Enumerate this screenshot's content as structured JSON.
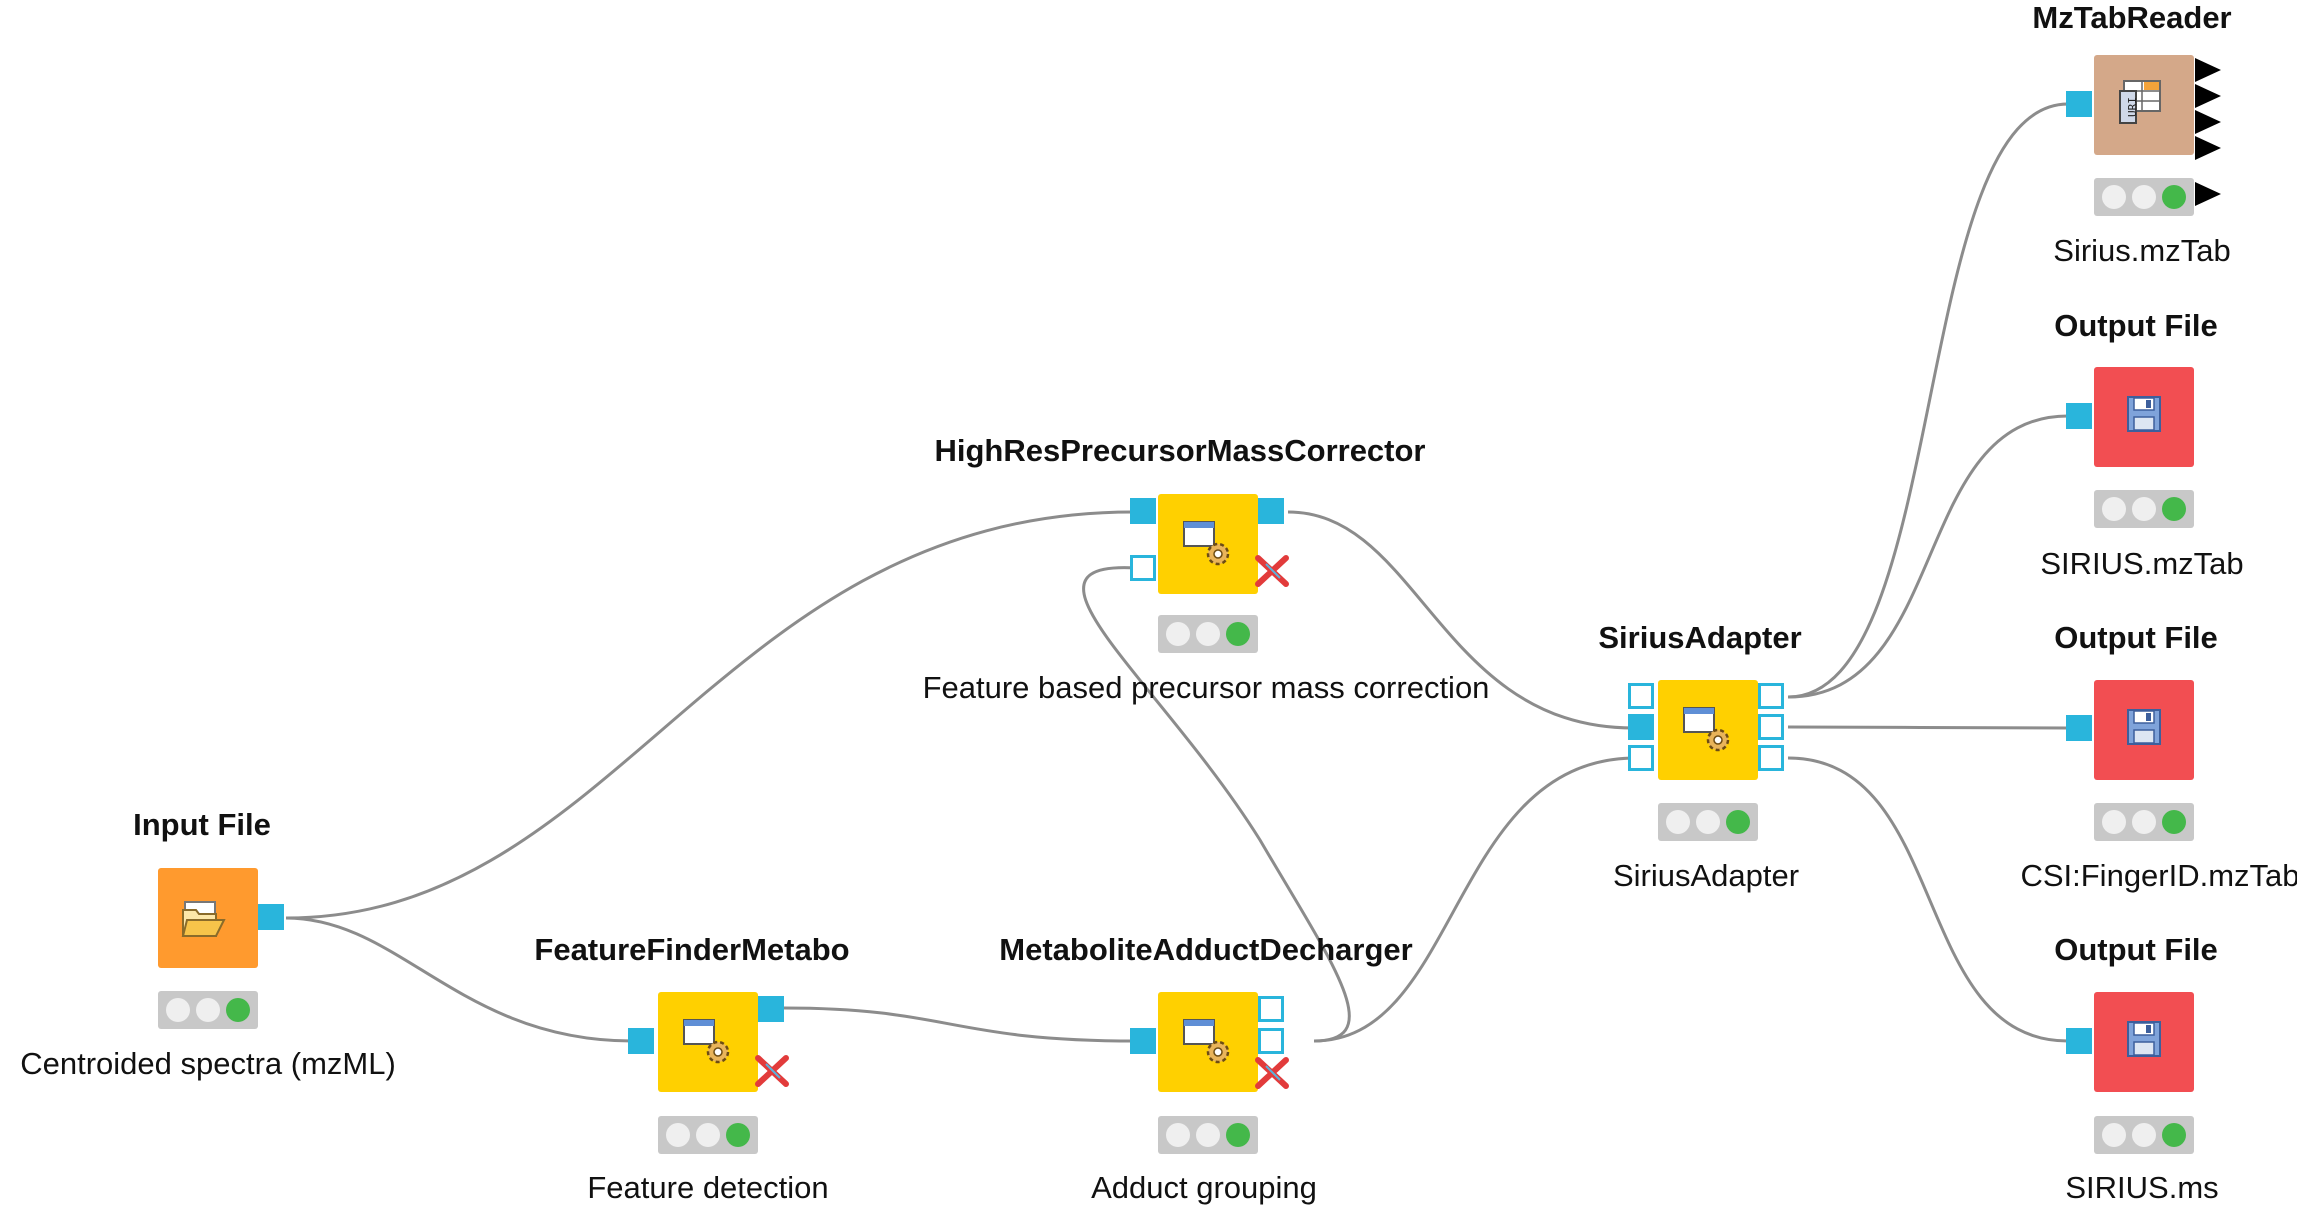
{
  "colors": {
    "port": "#29b5dc",
    "edge": "#8c8c8c",
    "tool_node": "#ffd000",
    "input_node": "#ff9a2e",
    "output_node": "#f24e52",
    "reader_node": "#d4a889",
    "status_green": "#44b84a"
  },
  "nodes": {
    "input_file": {
      "title": "Input File",
      "label": "Centroided spectra (mzML)",
      "icon": "folder-open-icon"
    },
    "feature_finder": {
      "title": "FeatureFinderMetabo",
      "label": "Feature detection",
      "icon": "gear-window-icon"
    },
    "hr_corrector": {
      "title": "HighResPrecursorMassCorrector",
      "label": "Feature based precursor mass correction",
      "icon": "gear-window-icon"
    },
    "adduct_decharger": {
      "title": "MetaboliteAdductDecharger",
      "label": "Adduct grouping",
      "icon": "gear-window-icon"
    },
    "sirius_adapter": {
      "title": "SiriusAdapter",
      "label": "SiriusAdapter",
      "icon": "gear-window-icon"
    },
    "mztab_reader": {
      "title": "MzTabReader",
      "label": "Sirius.mzTab",
      "icon": "table-uri-icon"
    },
    "output_sirius_mztab": {
      "title": "Output File",
      "label": "SIRIUS.mzTab",
      "icon": "floppy-disk-icon"
    },
    "output_csi_mztab": {
      "title": "Output File",
      "label": "CSI:FingerID.mzTab",
      "icon": "floppy-disk-icon"
    },
    "output_sirius_ms": {
      "title": "Output File",
      "label": "SIRIUS.ms",
      "icon": "floppy-disk-icon"
    }
  }
}
